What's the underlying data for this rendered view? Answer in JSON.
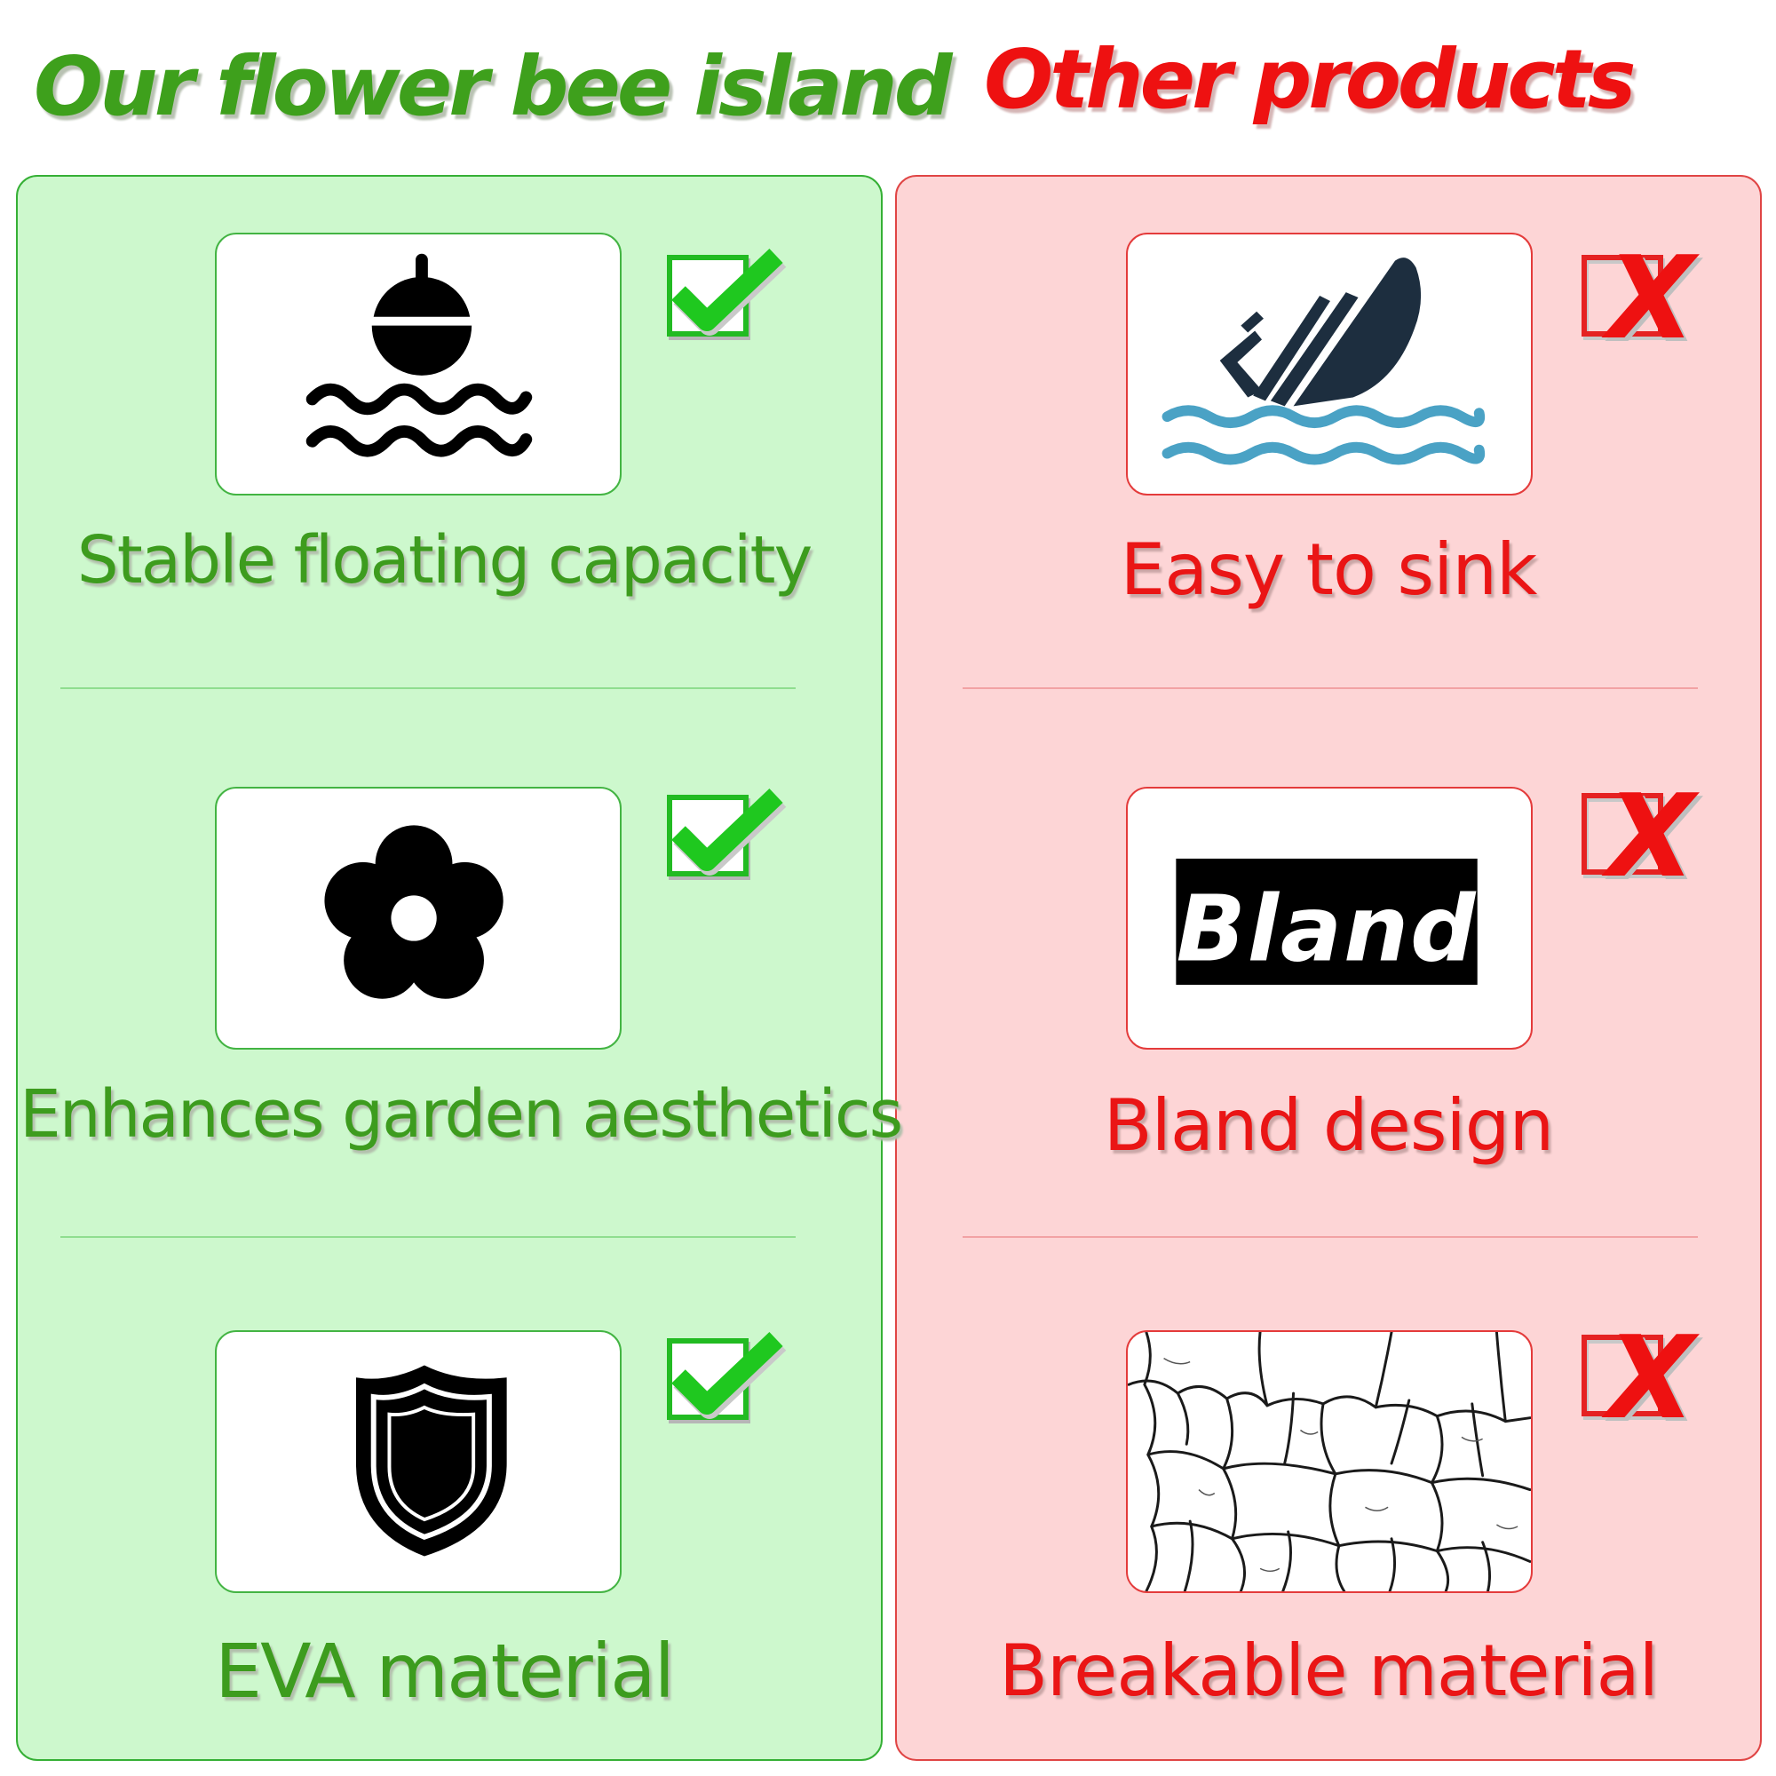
{
  "header": {
    "left_title": "Our flower bee island",
    "right_title": "Other products"
  },
  "colors": {
    "good_green": "#3ea01c",
    "bad_red": "#ee1111",
    "good_panel_bg": "#cdf8cd",
    "bad_panel_bg": "#fdd5d6",
    "check_green": "#20c020"
  },
  "left_column": {
    "items": [
      {
        "icon": "buoy-on-waves-icon",
        "label": "Stable floating capacity"
      },
      {
        "icon": "flower-icon",
        "label": "Enhances garden aesthetics"
      },
      {
        "icon": "shield-icon",
        "label": "EVA material"
      }
    ]
  },
  "right_column": {
    "items": [
      {
        "icon": "sinking-ship-icon",
        "label": "Easy to sink"
      },
      {
        "icon": "bland-sign-icon",
        "label": "Bland design",
        "sign_text": "Bland"
      },
      {
        "icon": "cracked-texture-icon",
        "label": "Breakable material"
      }
    ]
  }
}
